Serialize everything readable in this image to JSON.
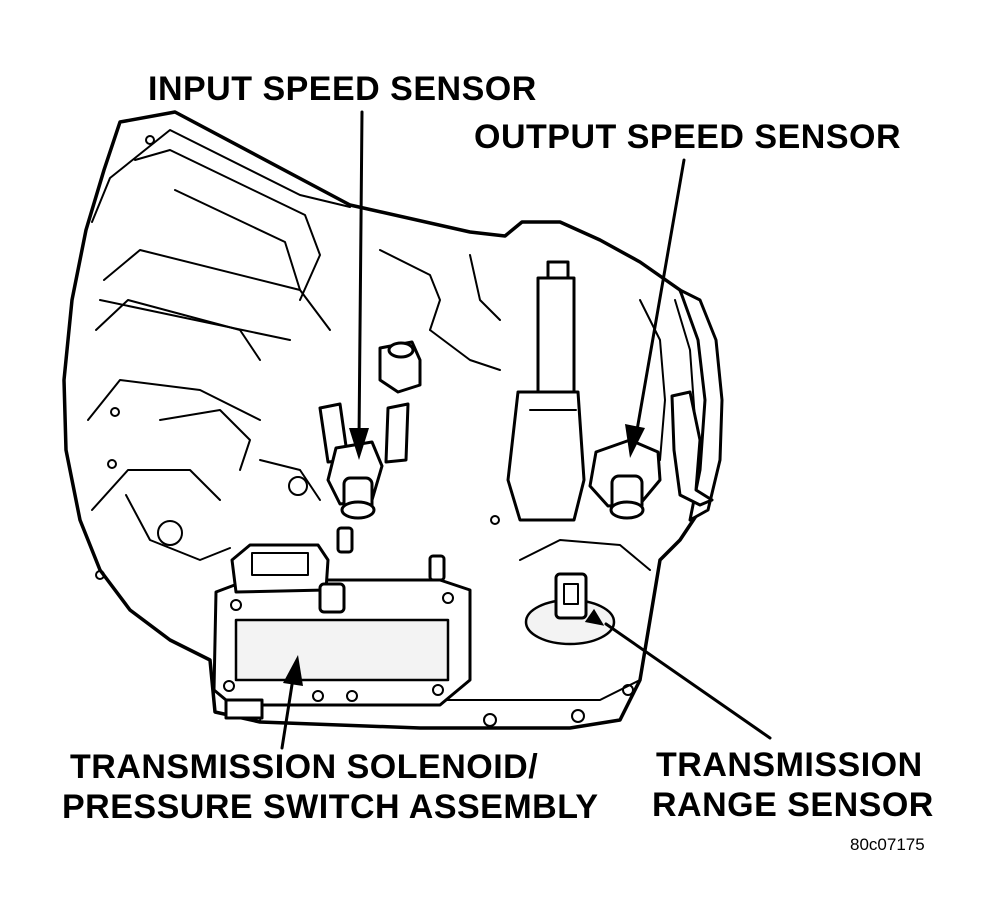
{
  "labels": {
    "input_speed_sensor": "INPUT SPEED SENSOR",
    "output_speed_sensor": "OUTPUT SPEED SENSOR",
    "solenoid_line1": "TRANSMISSION SOLENOID/",
    "solenoid_line2": "PRESSURE SWITCH ASSEMBLY",
    "range_line1": "TRANSMISSION",
    "range_line2": "RANGE SENSOR",
    "figure_id": "80c07175"
  },
  "colors": {
    "ink": "#000000",
    "paper": "#ffffff"
  }
}
